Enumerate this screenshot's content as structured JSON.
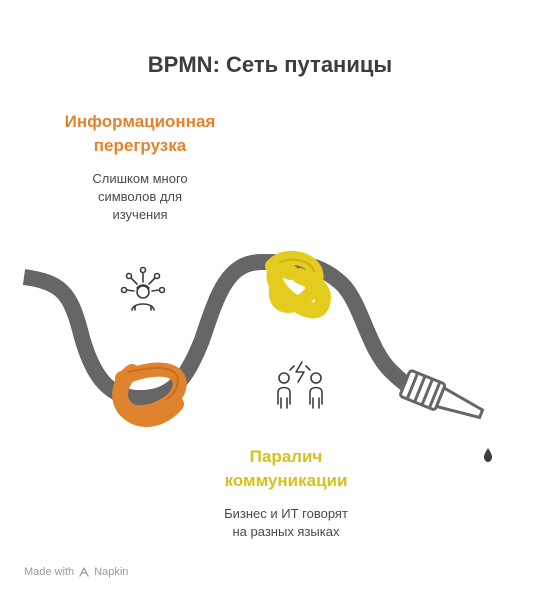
{
  "title": "BPMN: Сеть путаницы",
  "colors": {
    "rope": "#666666",
    "knot_orange": "#e0832f",
    "knot_yellow": "#e4cc1e",
    "title": "#3d3d3d",
    "text": "#4a4a4a"
  },
  "sections": [
    {
      "heading_line1": "Информационная",
      "heading_line2": "перегрузка",
      "desc_line1": "Слишком много",
      "desc_line2": "символов для",
      "desc_line3": "изучения",
      "icon": "overloaded-person-icon",
      "color": "#e0832f"
    },
    {
      "heading_line1": "Паралич",
      "heading_line2": "коммуникации",
      "desc_line1": "Бизнес и ИТ говорят",
      "desc_line2": "на разных языках",
      "icon": "two-people-conflict-icon",
      "color": "#d6c21a"
    }
  ],
  "footer": {
    "made_with": "Made with",
    "brand": "Napkin"
  }
}
